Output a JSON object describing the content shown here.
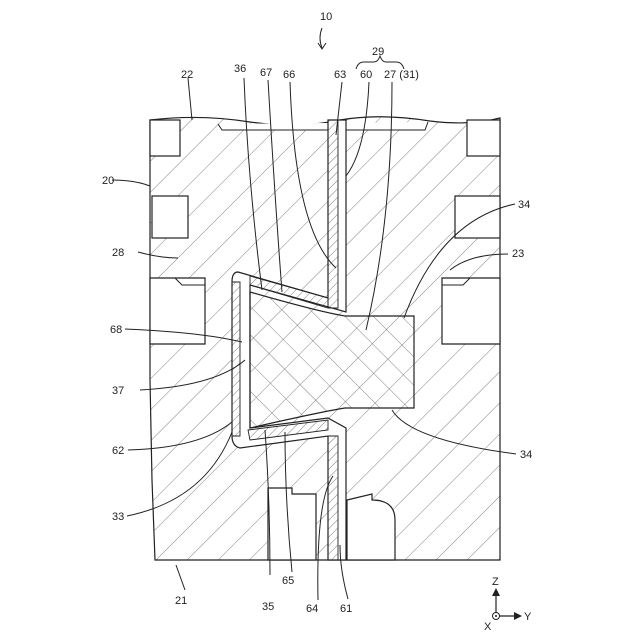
{
  "figure": {
    "ref_top": "10",
    "labels": {
      "l20": "20",
      "l22": "22",
      "l36": "36",
      "l67": "67",
      "l66": "66",
      "l63": "63",
      "l29": "29",
      "l60": "60",
      "l27_31": "27 (31)",
      "l34a": "34",
      "l28": "28",
      "l23": "23",
      "l68": "68",
      "l37": "37",
      "l62": "62",
      "l33": "33",
      "l34b": "34",
      "l21": "21",
      "l35": "35",
      "l65": "65",
      "l64": "64",
      "l61": "61"
    },
    "axes": {
      "z": "Z",
      "y": "Y",
      "x": "X"
    }
  }
}
